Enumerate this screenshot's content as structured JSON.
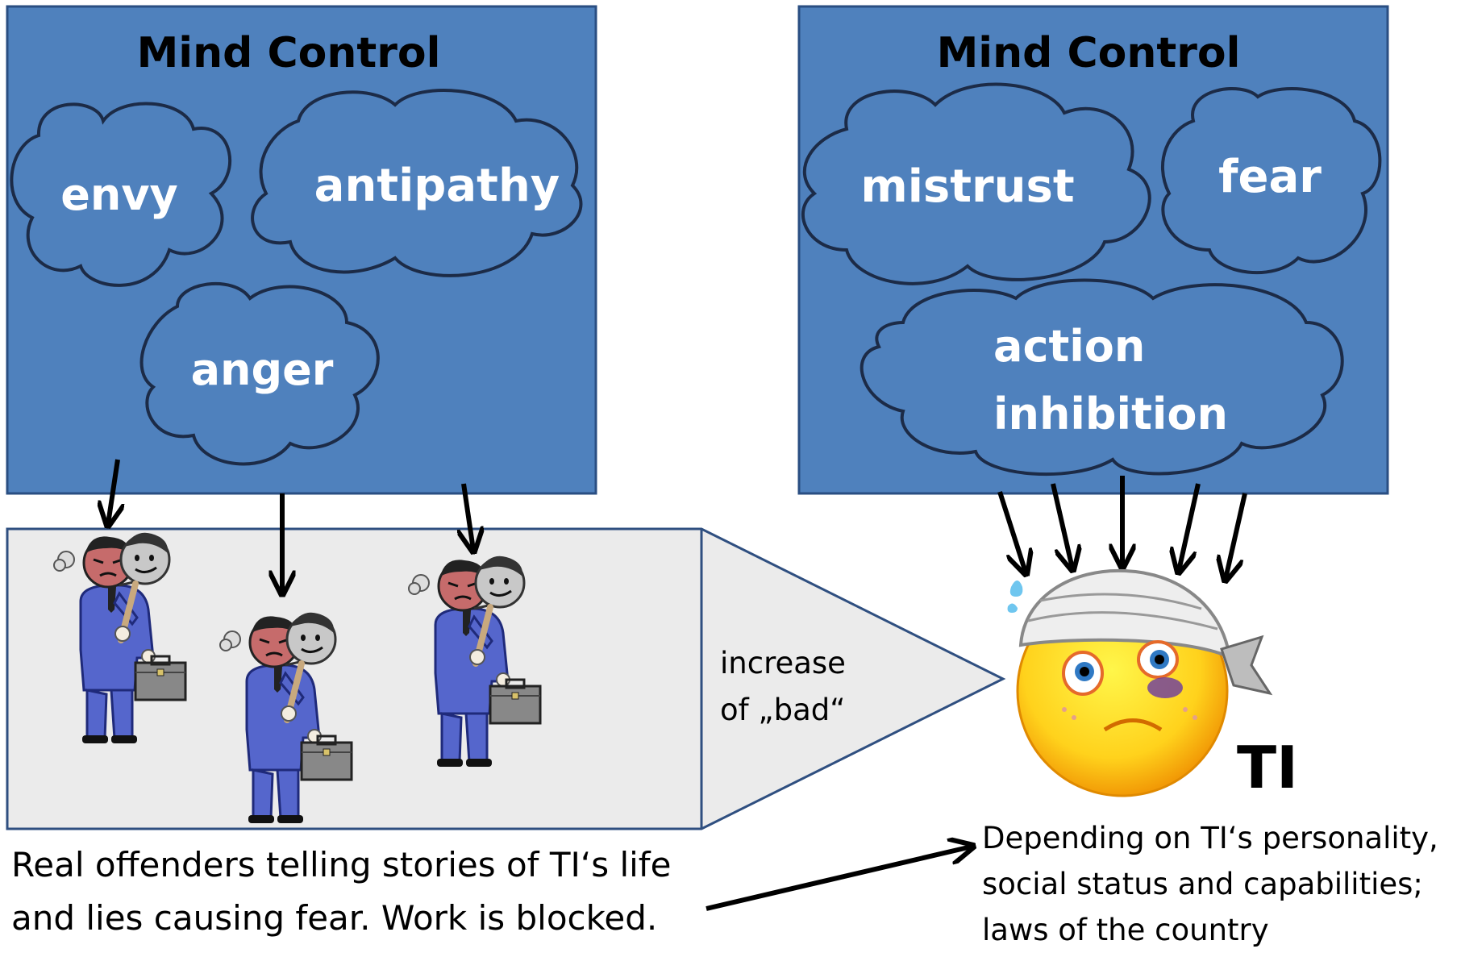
{
  "left_panel": {
    "title": "Mind Control",
    "clouds": [
      "envy",
      "antipathy",
      "anger"
    ]
  },
  "right_panel": {
    "title": "Mind Control",
    "clouds": [
      "mistrust",
      "fear",
      "action",
      "inhibition"
    ]
  },
  "callout": {
    "line1": "increase",
    "line2": "of „bad“"
  },
  "figures": {
    "icon": "offender-with-mask-icon",
    "count": 3
  },
  "victim": {
    "icon": "injured-smiley-icon",
    "label": "TI"
  },
  "caption_left": {
    "line1": "Real offenders telling stories of TI‘s life",
    "line2": "and lies causing fear. Work is blocked."
  },
  "caption_right": {
    "line1": "Depending on TI‘s personality,",
    "line2": "social status and capabilities;",
    "line3": "laws of the country"
  },
  "colors": {
    "panel_fill": "#4f81bd",
    "panel_border": "#2a4e82",
    "callout_fill": "#ebebeb",
    "arrow": "#000000",
    "cloud_text": "#ffffff"
  }
}
